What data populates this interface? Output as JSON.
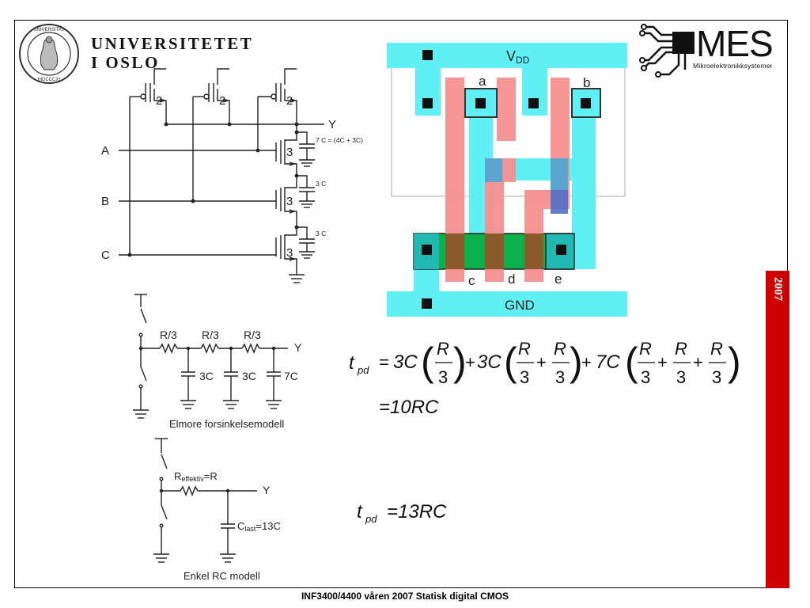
{
  "header": {
    "university_line1": "UNIVERSITETET",
    "university_line2": "I OSLO",
    "mes_logo": "MES",
    "mes_subtitle": "Mikroelektronikksystemer",
    "seal_icon": "university-seal-icon"
  },
  "side_bar": {
    "year": "2007",
    "color": "#cc0000"
  },
  "schematic": {
    "pmos_sizes": [
      "2",
      "2",
      "2"
    ],
    "nmos_sizes": [
      "3",
      "3",
      "3"
    ],
    "inputs": [
      "A",
      "B",
      "C"
    ],
    "output": "Y",
    "cap_labels": [
      "7 C = (4C + 3C)",
      "3 C",
      "3 C"
    ]
  },
  "layout": {
    "vdd": "V",
    "vdd_sub": "DD",
    "gnd": "GND",
    "node_labels": [
      "a",
      "b",
      "c",
      "d",
      "e"
    ],
    "colors": {
      "metal": "#5ef0f4",
      "poly": "#f59090",
      "diffusion": "#0bb14a",
      "dark_diffusion": "#8b5a2b",
      "contact": "#111111"
    }
  },
  "elmore": {
    "resistors": [
      "R/3",
      "R/3",
      "R/3"
    ],
    "caps": [
      "3C",
      "3C",
      "7C"
    ],
    "output": "Y",
    "caption": "Elmore forsinkelsemodell"
  },
  "rc_model": {
    "r_main": "R",
    "r_sub": "effektiv",
    "r_value": "=R",
    "c_main": "C",
    "c_sub": "last",
    "c_value": "=13C",
    "output": "Y",
    "caption": "Enkel RC modell"
  },
  "equations": {
    "t": "t",
    "pd": "pd",
    "eq1_terms": [
      "3C",
      "3C",
      "7C"
    ],
    "R": "R",
    "three": "3",
    "result1": "=10RC",
    "result2": "=13RC"
  },
  "footer": {
    "text": "INF3400/4400 våren 2007 Statisk digital CMOS"
  }
}
